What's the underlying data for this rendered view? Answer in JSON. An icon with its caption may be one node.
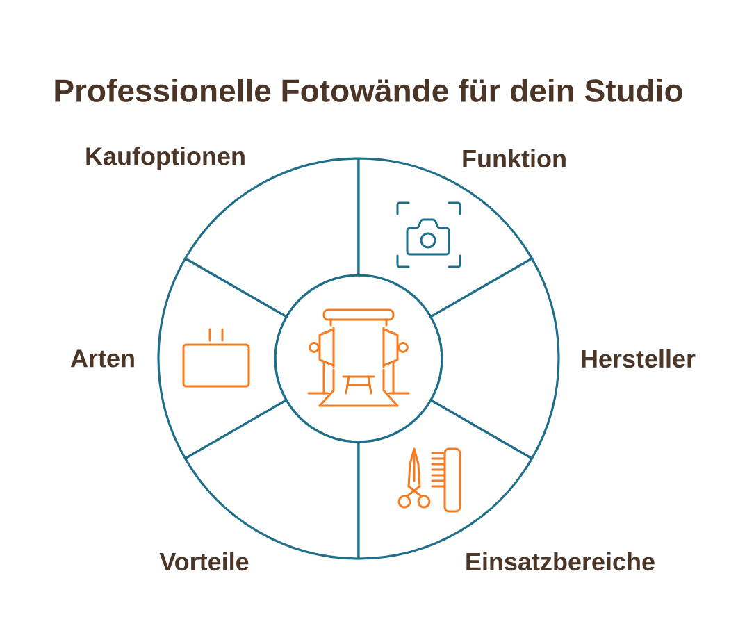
{
  "diagram": {
    "title": "Professionelle Fotowände für dein Studio",
    "nodes": [
      {
        "text": [],
        "shape": "circle"
      },
      {
        "text": [
          "Kaufoptionen"
        ]
      },
      {
        "text": [
          "Funktion"
        ]
      },
      {
        "text": [
          "Arten"
        ]
      },
      {
        "text": [
          "Hersteller"
        ]
      },
      {
        "text": [
          "Vorteile"
        ]
      },
      {
        "text": [
          "Einsatzbereiche"
        ]
      }
    ]
  }
}
